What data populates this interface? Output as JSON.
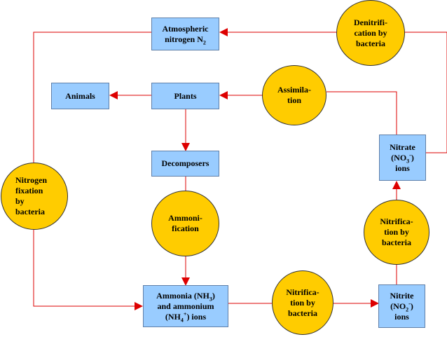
{
  "colors": {
    "box_fill": "#99ccff",
    "process_fill": "#ffcc00",
    "arrow": "#dd0000"
  },
  "boxes": {
    "atmospheric": {
      "line1": "Atmospheric",
      "line2_pre": "nitrogen N",
      "line2_sub": "2"
    },
    "animals": {
      "label": "Animals"
    },
    "plants": {
      "label": "Plants"
    },
    "decomposers": {
      "label": "Decomposers"
    },
    "ammonia": {
      "line1_pre": "Ammonia (NH",
      "line1_sub": "3",
      "line1_post": ")",
      "line2": "and ammonium",
      "line3_pre": "(NH",
      "line3_sub": "4",
      "line3_sup": "+",
      "line3_post": ") ions"
    },
    "nitrite": {
      "line1": "Nitrite",
      "line2_pre": "(NO",
      "line2_sub": "2",
      "line2_sup": "-",
      "line2_post": ")",
      "line3": "ions"
    },
    "nitrate": {
      "line1": "Nitrate",
      "line2_pre": "(NO",
      "line2_sub": "3",
      "line2_sup": "-",
      "line2_post": ")",
      "line3": "ions"
    }
  },
  "processes": {
    "denitrification": [
      "Denitrifi-",
      "cation by",
      "bacteria"
    ],
    "assimilation": [
      "Assimila-",
      "tion"
    ],
    "nitrogen_fixation": [
      "Nitrogen",
      "fixation",
      "by",
      "bacteria"
    ],
    "ammonification": [
      "Ammoni-",
      "fication"
    ],
    "nitrification_bottom": [
      "Nitrifica-",
      "tion by",
      "bacteria"
    ],
    "nitrification_right": [
      "Nitrifica-",
      "tion by",
      "bacteria"
    ]
  }
}
